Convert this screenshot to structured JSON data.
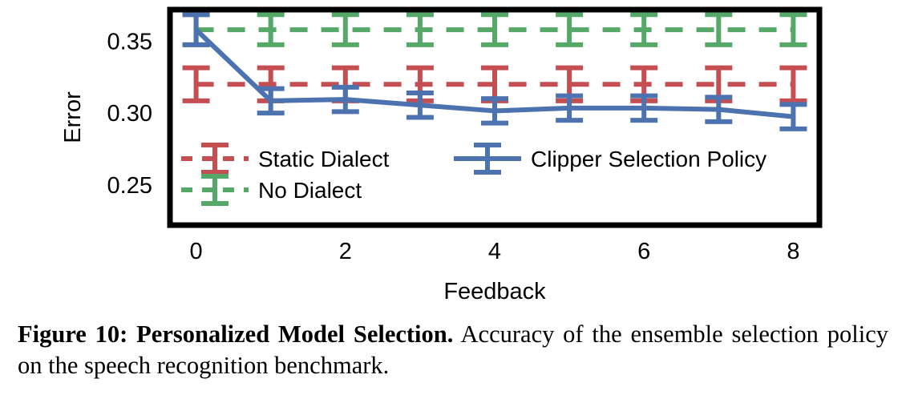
{
  "figure": {
    "caption_head": "Figure 10: Personalized Model Selection.",
    "caption_body": " Accuracy of the ensemble selection policy on the speech recognition benchmark."
  },
  "chart_data": {
    "type": "line",
    "title": "",
    "xlabel": "Feedback",
    "ylabel": "Error",
    "x": [
      0,
      1,
      2,
      3,
      4,
      5,
      6,
      7,
      8
    ],
    "xlim": [
      -0.35,
      8.35
    ],
    "ylim": [
      0.222,
      0.372
    ],
    "xticks": [
      0,
      2,
      4,
      6,
      8
    ],
    "xticklabels": [
      "0",
      "2",
      "4",
      "6",
      "8"
    ],
    "yticks": [
      0.35,
      0.3,
      0.25
    ],
    "yticklabels": [
      "0.35",
      "0.30",
      "0.25"
    ],
    "grid": false,
    "legend_position": "lower-left-inside",
    "series": [
      {
        "name": "Static Dialect",
        "color": "#c44e52",
        "linestyle": "dashed",
        "values": [
          0.32,
          0.32,
          0.32,
          0.32,
          0.32,
          0.32,
          0.32,
          0.32,
          0.32
        ],
        "yerr": [
          0.0115,
          0.0115,
          0.0115,
          0.0115,
          0.0115,
          0.0115,
          0.0115,
          0.0115,
          0.0115
        ]
      },
      {
        "name": "No Dialect",
        "color": "#55a868",
        "linestyle": "dashed",
        "values": [
          0.358,
          0.358,
          0.358,
          0.358,
          0.358,
          0.358,
          0.358,
          0.358,
          0.358
        ],
        "yerr": [
          0.0105,
          0.0105,
          0.0105,
          0.0105,
          0.0105,
          0.0105,
          0.0105,
          0.0105,
          0.0105
        ]
      },
      {
        "name": "Clipper Selection Policy",
        "color": "#4c72b0",
        "linestyle": "solid",
        "values": [
          0.358,
          0.3085,
          0.3095,
          0.3055,
          0.3015,
          0.3035,
          0.3035,
          0.3025,
          0.2975
        ],
        "yerr": [
          0.0105,
          0.0085,
          0.0085,
          0.0085,
          0.0085,
          0.0085,
          0.0085,
          0.0085,
          0.0085
        ]
      }
    ]
  }
}
